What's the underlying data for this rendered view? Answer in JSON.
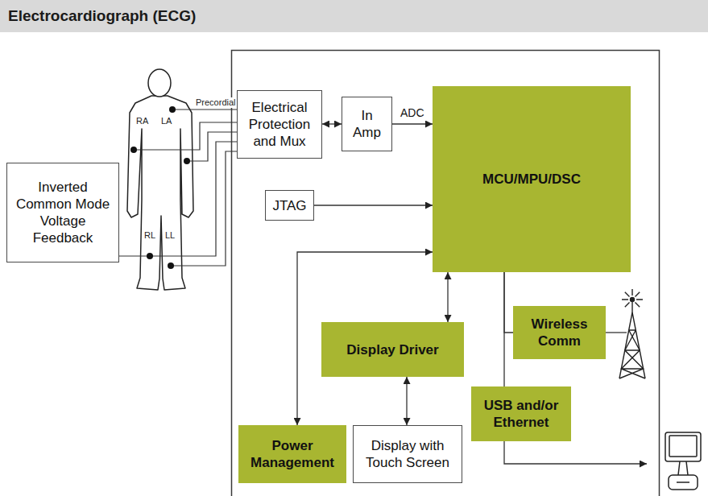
{
  "diagram": {
    "title": "Electrocardiograph (ECG)",
    "nodes": [
      {
        "text": [
          "Inverted Common Mode Voltage Feedback"
        ]
      },
      {
        "text": [
          "Electrical Protection and Mux"
        ]
      },
      {
        "text": [
          "In Amp"
        ]
      },
      {
        "text": [
          "MCU/MPU/DSC"
        ]
      },
      {
        "text": [
          "JTAG"
        ]
      },
      {
        "text": [
          "Display Driver"
        ]
      },
      {
        "text": [
          "Wireless Comm"
        ]
      },
      {
        "text": [
          "USB and/or Ethernet"
        ]
      },
      {
        "text": [
          "Power Management"
        ]
      },
      {
        "text": [
          "Display with Touch Screen"
        ]
      }
    ],
    "edges": [
      {
        "from": 1,
        "to": 2,
        "arrow": "both"
      },
      {
        "from": 2,
        "to": 3,
        "label": "ADC",
        "arrow": "to"
      },
      {
        "from": 4,
        "to": 3,
        "arrow": "to"
      },
      {
        "from": 8,
        "to": 3,
        "arrow": "both"
      },
      {
        "from": 3,
        "to": 5,
        "arrow": "both"
      },
      {
        "from": 5,
        "to": 9,
        "arrow": "both"
      },
      {
        "from": 3,
        "to": 6,
        "arrow": "none"
      },
      {
        "from": 3,
        "to": 7,
        "arrow": "none"
      }
    ],
    "labels": [
      "Precordial",
      "RA",
      "LA",
      "RL",
      "LL"
    ]
  }
}
